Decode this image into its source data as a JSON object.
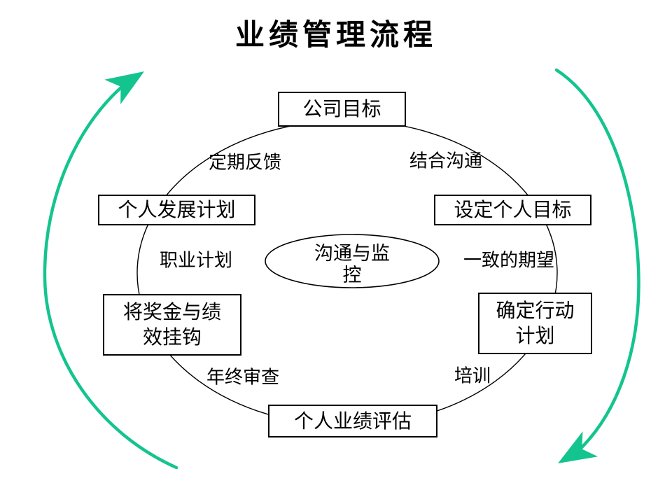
{
  "title": "业绩管理流程",
  "colors": {
    "cycle_arrow_green": "#14c48f",
    "line_black": "#000000",
    "background": "#ffffff"
  },
  "center": {
    "label": "沟通与监\n控"
  },
  "nodes": [
    {
      "id": "company-goals",
      "label": "公司目标"
    },
    {
      "id": "set-personal-goals",
      "label": "设定个人目标"
    },
    {
      "id": "action-plan",
      "label": "确定行动\n计划"
    },
    {
      "id": "performance-review",
      "label": "个人业绩评估"
    },
    {
      "id": "bonus-link",
      "label": "将奖金与绩\n效挂钩"
    },
    {
      "id": "development-plan",
      "label": "个人发展计划"
    }
  ],
  "edge_labels": [
    {
      "id": "combined-communication",
      "label": "结合沟通"
    },
    {
      "id": "aligned-expectations",
      "label": "一致的期望"
    },
    {
      "id": "training",
      "label": "培训"
    },
    {
      "id": "year-end-review",
      "label": "年终审查"
    },
    {
      "id": "career-plan",
      "label": "职业计划"
    },
    {
      "id": "regular-feedback",
      "label": "定期反馈"
    }
  ]
}
